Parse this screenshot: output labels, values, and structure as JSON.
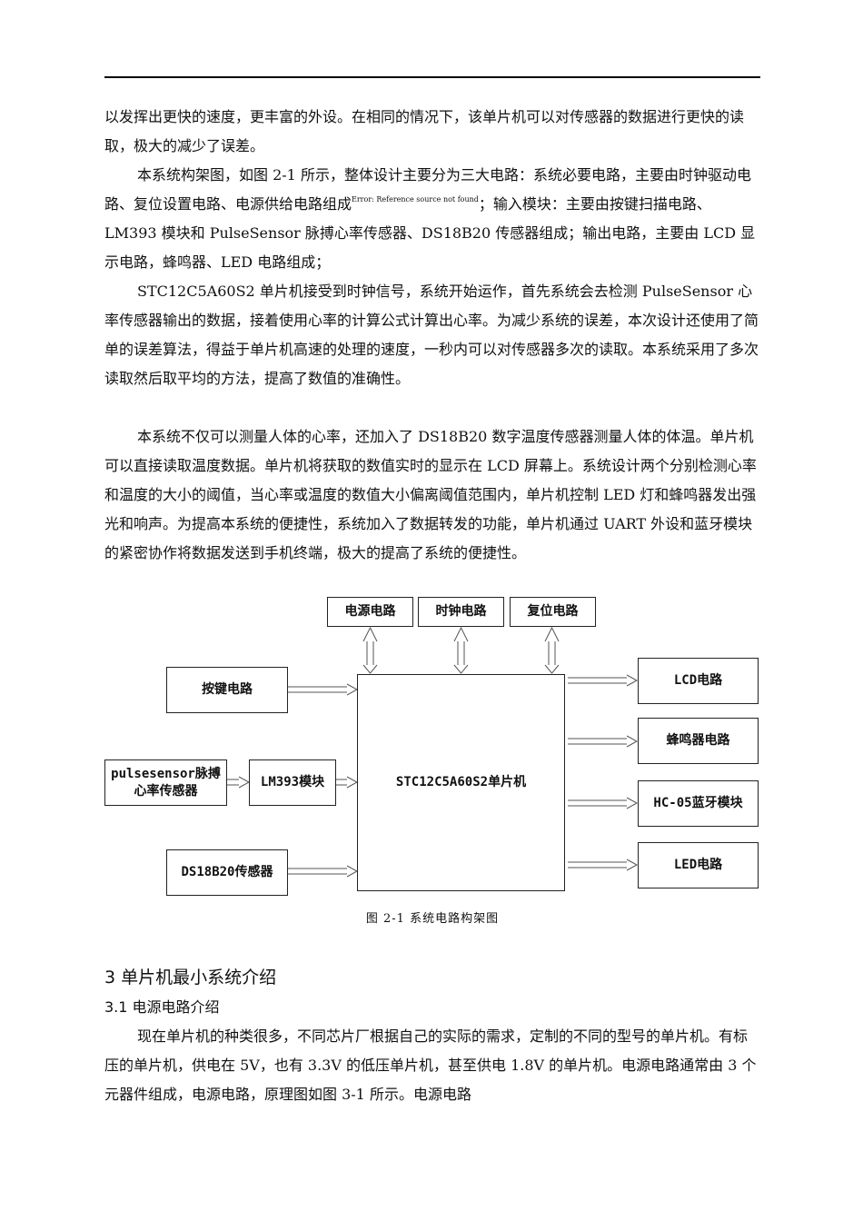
{
  "body": {
    "p1": "以发挥出更快的速度，更丰富的外设。在相同的情况下，该单片机可以对传感器的数据进行更快的读取，极大的减少了误差。",
    "p2_a": "本系统构架图，如图 2-1 所示，整体设计主要分为三大电路：系统必要电路，主要由时钟驱动电路、复位设置电路、电源供给电路组成",
    "p2_ref": "Error: Reference source not found",
    "p2_b": "；输入模块：主要由按键扫描电路、LM393 模块和 PulseSensor 脉搏心率传感器、DS18B20 传感器组成；输出电路，主要由 LCD 显示电路，蜂鸣器、LED 电路组成；",
    "p3": "STC12C5A60S2 单片机接受到时钟信号，系统开始运作，首先系统会去检测 PulseSensor 心率传感器输出的数据，接着使用心率的计算公式计算出心率。为减少系统的误差，本次设计还使用了简单的误差算法，得益于单片机高速的处理的速度，一秒内可以对传感器多次的读取。本系统采用了多次读取然后取平均的方法，提高了数值的准确性。",
    "p4": "本系统不仅可以测量人体的心率，还加入了 DS18B20 数字温度传感器测量人体的体温。单片机可以直接读取温度数据。单片机将获取的数值实时的显示在 LCD 屏幕上。系统设计两个分别检测心率和温度的大小的阈值，当心率或温度的数值大小偏离阈值范围内，单片机控制 LED 灯和蜂鸣器发出强光和响声。为提高本系统的便捷性，系统加入了数据转发的功能，单片机通过 UART 外设和蓝牙模块的紧密协作将数据发送到手机终端，极大的提高了系统的便捷性。"
  },
  "diagram": {
    "power": "电源电路",
    "clock": "时钟电路",
    "reset": "复位电路",
    "keys": "按键电路",
    "pulse_line1": "pulsesensor脉搏",
    "pulse_line2": "心率传感器",
    "lm393": "LM393模块",
    "mcu": "STC12C5A60S2单片机",
    "ds18b20": "DS18B20传感器",
    "lcd": "LCD电路",
    "buzzer": "蜂鸣器电路",
    "bluetooth": "HC-05蓝牙模块",
    "led": "LED电路"
  },
  "caption": "图 2-1 系统电路构架图",
  "section3": {
    "heading": "3  单片机最小系统介绍",
    "sub_heading": "3.1 电源电路介绍",
    "p1": "现在单片机的种类很多，不同芯片厂根据自己的实际的需求，定制的不同的型号的单片机。有标压的单片机，供电在 5V，也有 3.3V 的低压单片机，甚至供电 1.8V 的单片机。电源电路通常由 3 个元器件组成，电源电路，原理图如图 3-1 所示。电源电路"
  }
}
